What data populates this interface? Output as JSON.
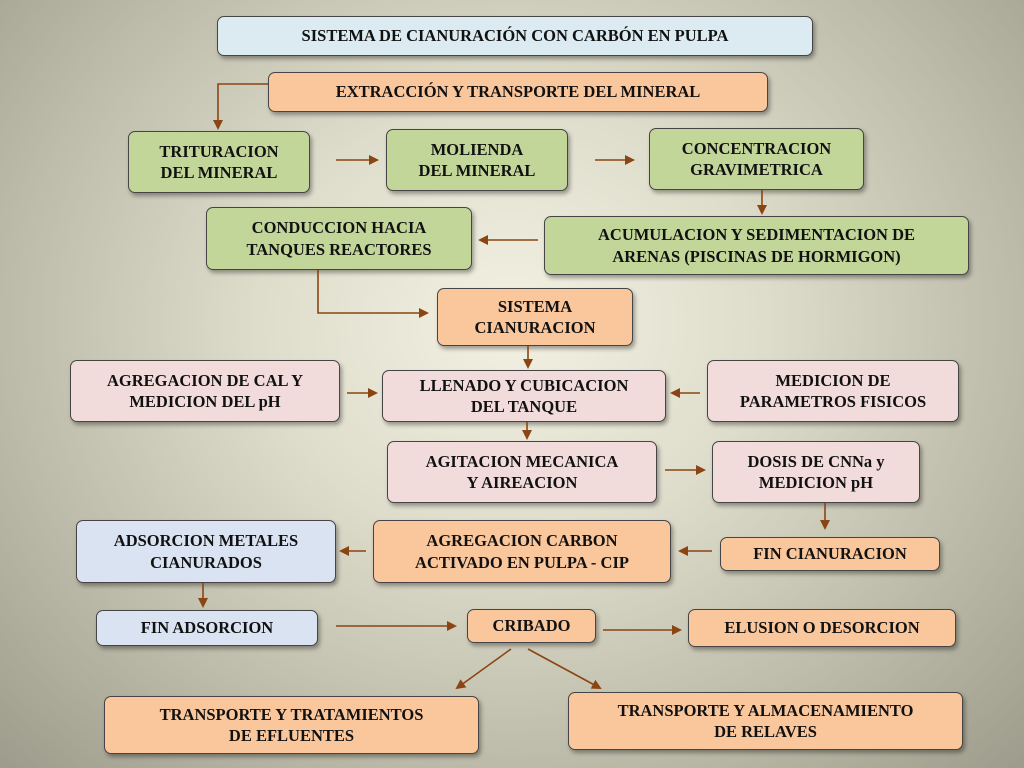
{
  "diagram": {
    "nodes": {
      "title": "SISTEMA DE CIANURACIÓN CON CARBÓN EN PULPA",
      "extraccion": "EXTRACCIÓN Y TRANSPORTE DEL MINERAL",
      "trituracion": "TRITURACION\nDEL MINERAL",
      "molienda": "MOLIENDA\nDEL MINERAL",
      "concentracion": "CONCENTRACION\nGRAVIMETRICA",
      "conduccion": "CONDUCCION HACIA\nTANQUES REACTORES",
      "acumulacion": "ACUMULACION Y SEDIMENTACION DE\nARENAS (PISCINAS DE HORMIGON)",
      "sistema_cianuracion": "SISTEMA\nCIANURACION",
      "agregacion_cal": "AGREGACION DE CAL Y\nMEDICION DEL pH",
      "llenado": "LLENADO Y CUBICACION\nDEL TANQUE",
      "medicion_parametros": "MEDICION DE\nPARAMETROS FISICOS",
      "agitacion": "AGITACION MECANICA\nY AIREACION",
      "dosis": "DOSIS DE CNNa y\nMEDICION pH",
      "adsorcion": "ADSORCION METALES\nCIANURADOS",
      "agregacion_carbon": "AGREGACION CARBON\nACTIVADO EN PULPA - CIP",
      "fin_cianuracion": "FIN CIANURACION",
      "fin_adsorcion": "FIN ADSORCION",
      "cribado": "CRIBADO",
      "elusion": "ELUSION O DESORCION",
      "transporte_efluentes": "TRANSPORTE Y TRATAMIENTOS\nDE  EFLUENTES",
      "transporte_relaves": "TRANSPORTE Y ALMACENAMIENTO\nDE  RELAVES"
    },
    "colors": {
      "title": "#dcebf1",
      "orange": "#fac69b",
      "green": "#c2d69a",
      "pink": "#f1dcdb",
      "blue": "#dae3f1",
      "arrow": "#8b4513"
    }
  }
}
